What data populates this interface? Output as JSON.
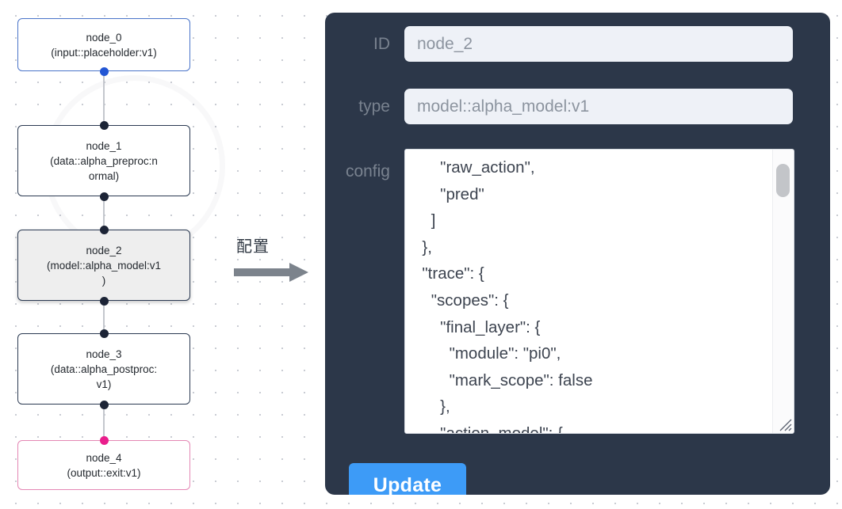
{
  "graph": {
    "nodes": [
      {
        "id": "node_0",
        "type_line": "(input::placeholder:v1)",
        "state": "input"
      },
      {
        "id": "node_1",
        "type_line": "(data::alpha_preproc:n",
        "type_line2": "ormal)",
        "state": "default"
      },
      {
        "id": "node_2",
        "type_line": "(model::alpha_model:v1",
        "type_line2": ")",
        "state": "selected"
      },
      {
        "id": "node_3",
        "type_line": "(data::alpha_postproc:",
        "type_line2": "v1)",
        "state": "default"
      },
      {
        "id": "node_4",
        "type_line": "(output::exit:v1)",
        "state": "output"
      }
    ]
  },
  "arrow": {
    "label": "配置"
  },
  "inspector": {
    "id_label": "ID",
    "id_value": "node_2",
    "type_label": "type",
    "type_value": "model::alpha_model:v1",
    "config_label": "config",
    "config_value": "      \"raw_action\",\n      \"pred\"\n    ]\n  },\n  \"trace\": {\n    \"scopes\": {\n      \"final_layer\": {\n        \"module\": \"pi0\",\n        \"mark_scope\": false\n      },\n      \"action_model\": {",
    "update_label": "Update"
  },
  "colors": {
    "panel_bg": "#2c3749",
    "field_bg": "#eef1f7",
    "label_text": "#79828f",
    "value_text": "#8c949f",
    "button_bg": "#3d9bf7",
    "node_border": "#2b3a52",
    "input_node_border": "#4a74c9",
    "output_node_border": "#e487b4",
    "selected_node_bg": "#eeeeee",
    "handle_default": "#1c2436",
    "handle_input": "#2256d4",
    "handle_output": "#e91e8c",
    "edge_line": "#c4c7cd",
    "grid_dot": "#c9ccd3"
  }
}
